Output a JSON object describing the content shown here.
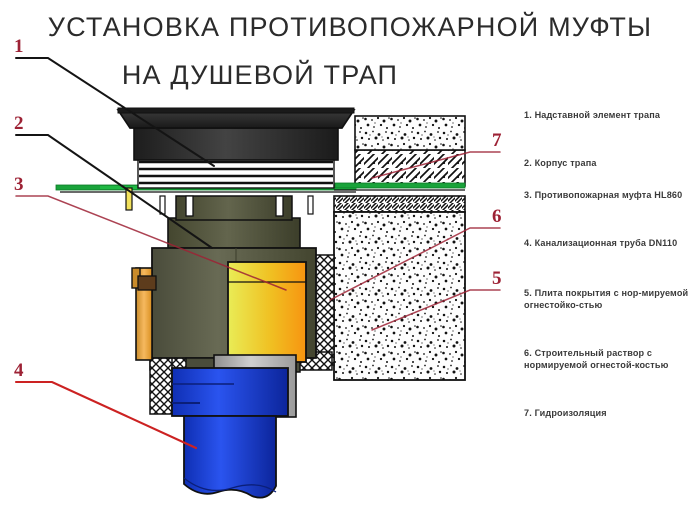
{
  "title": {
    "line1": "УСТАНОВКА ПРОТИВОПОЖАРНОЙ МУФТЫ",
    "line2": "НА ДУШЕВОЙ ТРАП"
  },
  "leader_numbers": {
    "n1": "1",
    "n2": "2",
    "n3": "3",
    "n4": "4",
    "n5": "5",
    "n6": "6",
    "n7": "7"
  },
  "legend": {
    "items": [
      {
        "num": "1.",
        "text": "Надставной элемент трапа"
      },
      {
        "num": "2.",
        "text": "Корпус трапа"
      },
      {
        "num": "3.",
        "text": "Противопожарная муфта HL860"
      },
      {
        "num": "4.",
        "text": "Канализационная труба DN110"
      },
      {
        "num": "5.",
        "text": "Плита покрытия с нор-мируемой огнестойко-стью"
      },
      {
        "num": "6.",
        "text": "Строительный раствор с нормируемой огнестой-костью"
      },
      {
        "num": "7.",
        "text": "Гидроизоляция"
      }
    ]
  },
  "colors": {
    "leader_red": "#9d2235",
    "leader_black": "#141414",
    "grate_dark": "#2b2b2b",
    "body_olive": "#5d5f4c",
    "collar_yellow": "#e8ea52",
    "collar_orange": "#f59a15",
    "pipe_blue": "#1438c8",
    "waterproof_green": "#19a33a",
    "concrete_fill": "#fdfdfd",
    "mortar_grey": "#b9b9b9",
    "title_text": "#2b2b2b"
  }
}
